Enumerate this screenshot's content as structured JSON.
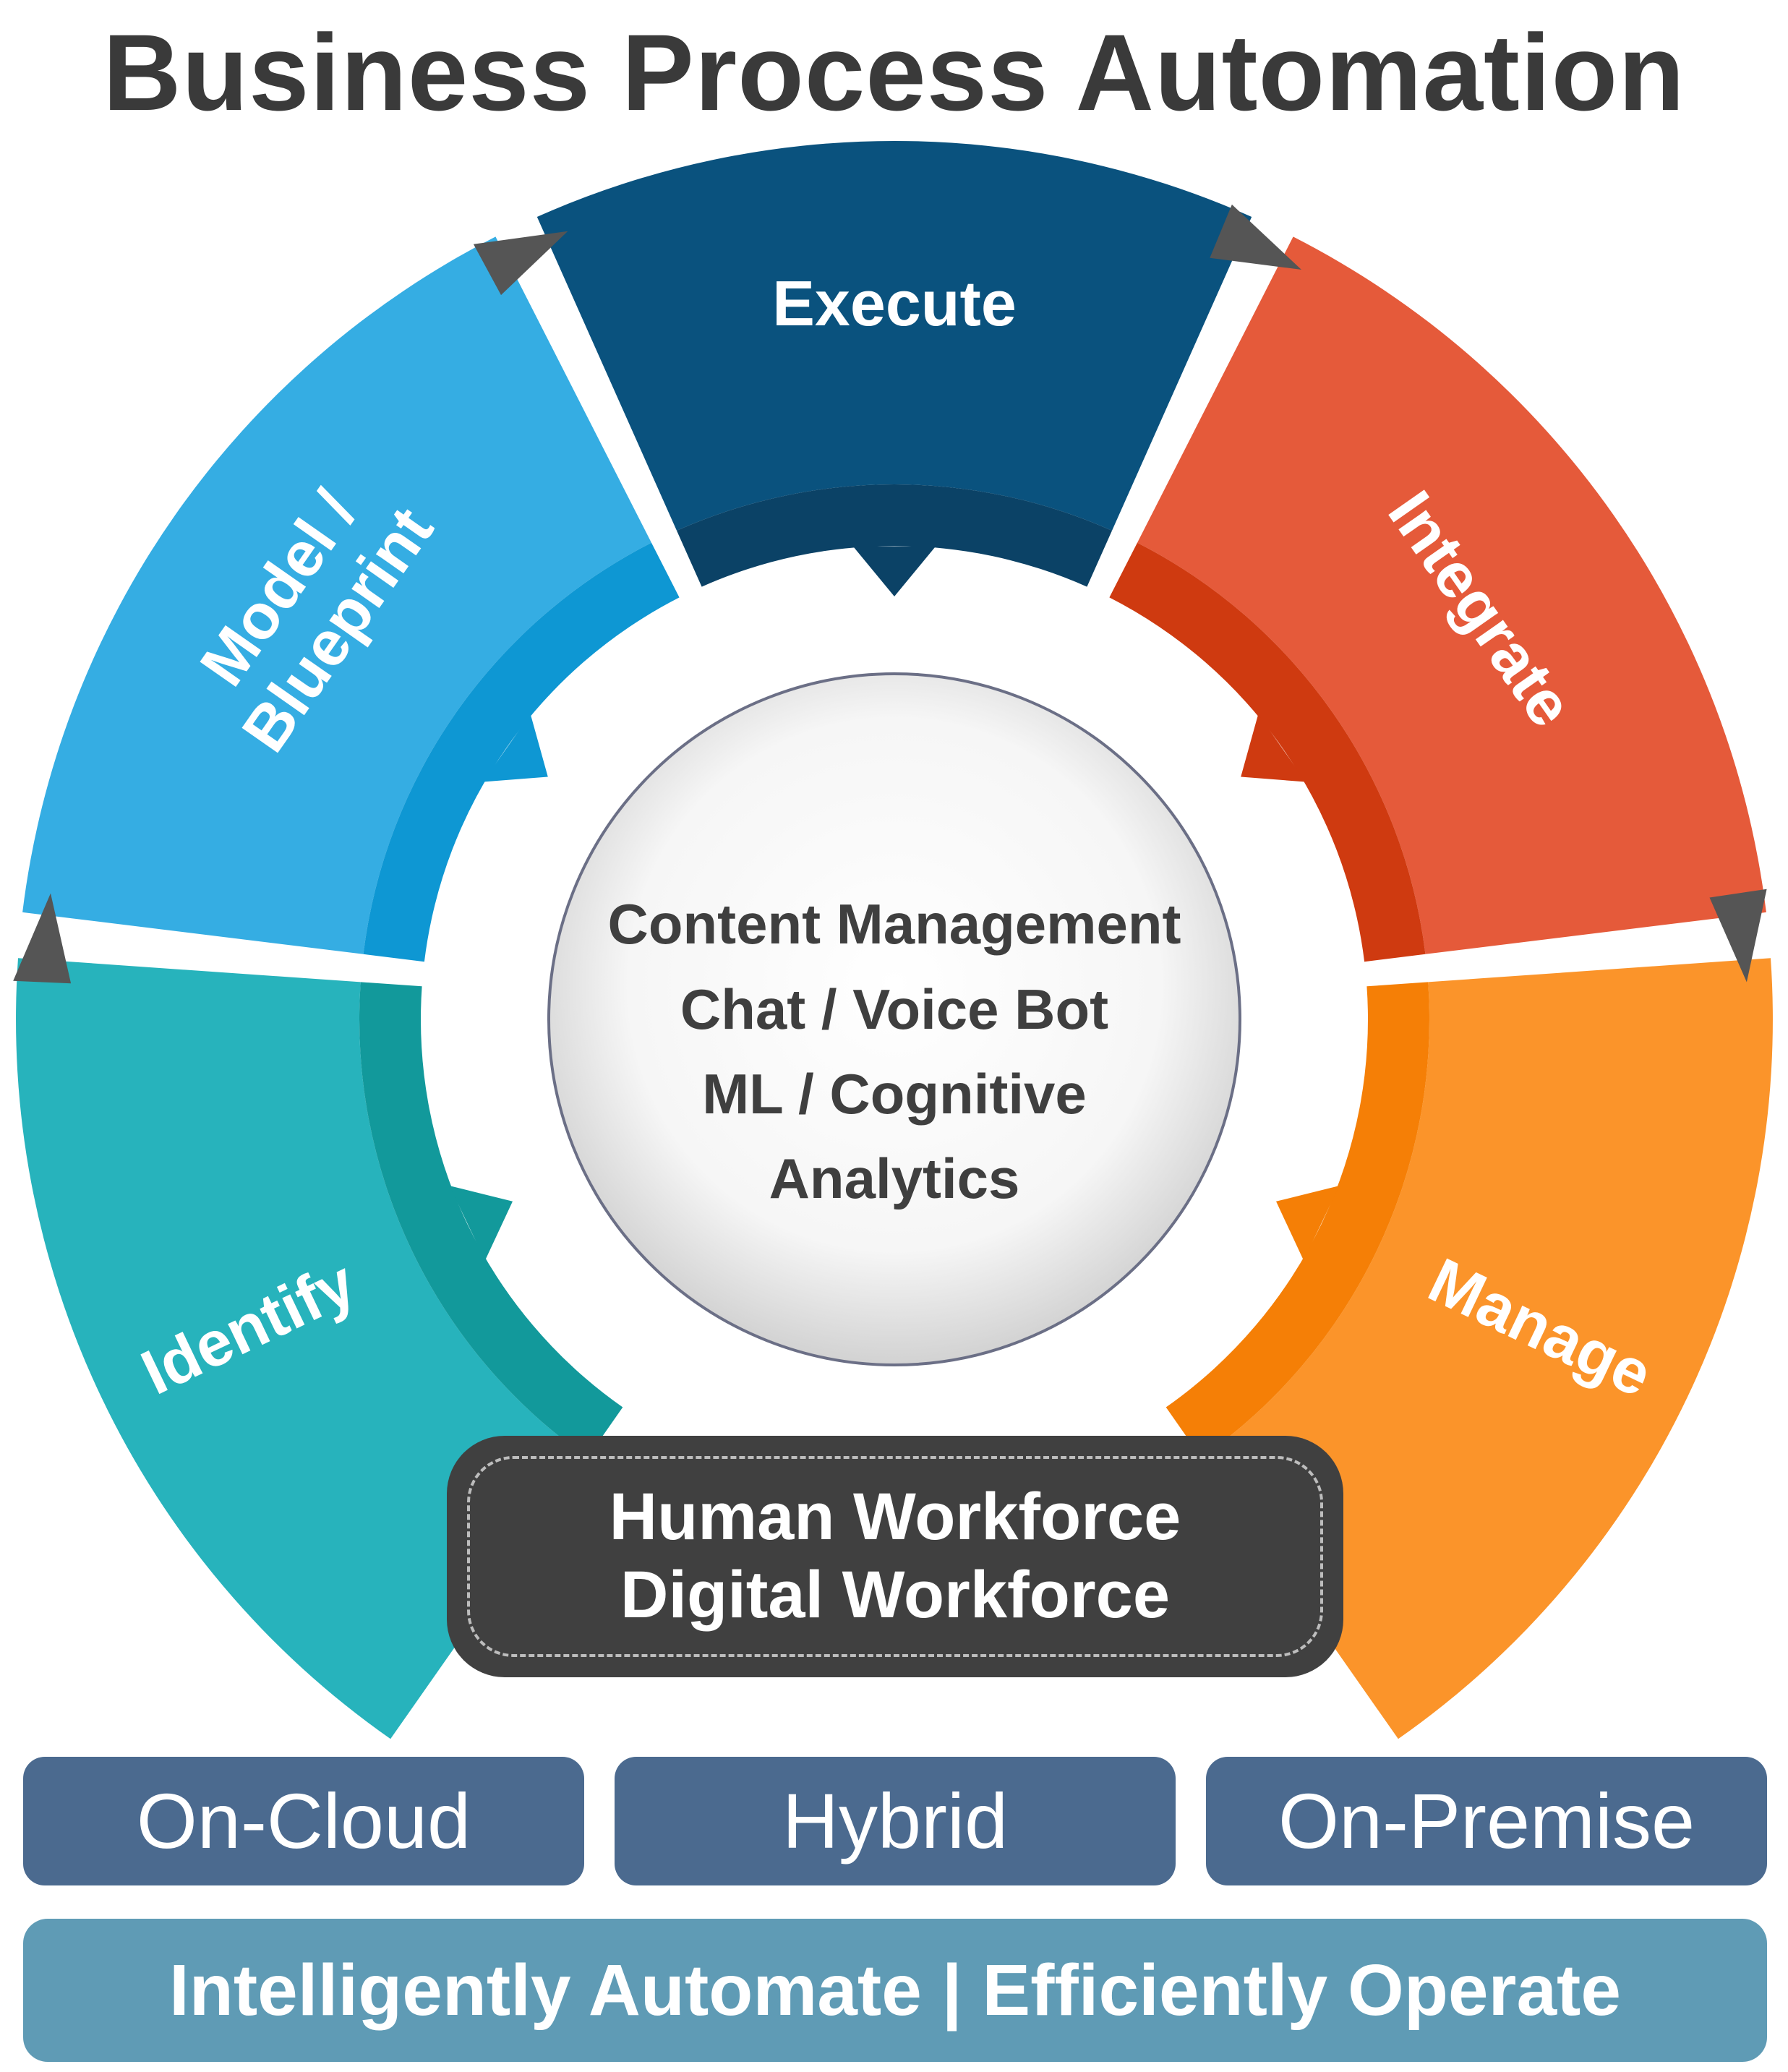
{
  "title": "Business Process Automation",
  "segments": [
    {
      "id": "identify",
      "lines": [
        "Identify"
      ],
      "color": "#27b3bc",
      "inner_color": "#12999b"
    },
    {
      "id": "model",
      "lines": [
        "Model /",
        "Blueprint"
      ],
      "color": "#35ade3",
      "inner_color": "#0e97d3"
    },
    {
      "id": "execute",
      "lines": [
        "Execute"
      ],
      "color": "#0a527e",
      "inner_color": "#0b4266"
    },
    {
      "id": "integrate",
      "lines": [
        "Integrate"
      ],
      "color": "#e55a3a",
      "inner_color": "#cf3a10"
    },
    {
      "id": "manage",
      "lines": [
        "Manage"
      ],
      "color": "#fb942a",
      "inner_color": "#f57f06"
    }
  ],
  "center": {
    "lines": [
      "Content Management",
      "Chat / Voice Bot",
      "ML / Cognitive",
      "Analytics"
    ]
  },
  "workforce": {
    "line1": "Human Workforce",
    "line2": "Digital Workforce"
  },
  "deployment": {
    "on_cloud": "On-Cloud",
    "hybrid": "Hybrid",
    "on_premise": "On-Premise"
  },
  "tagline": "Intelligently Automate | Efficiently Operate",
  "colors": {
    "title": "#3a3a3a",
    "workforce_bg": "#404040",
    "deploy_bg": "#4b6a8f",
    "tagline_bg": "#5f9bb5",
    "connector": "#555555"
  }
}
